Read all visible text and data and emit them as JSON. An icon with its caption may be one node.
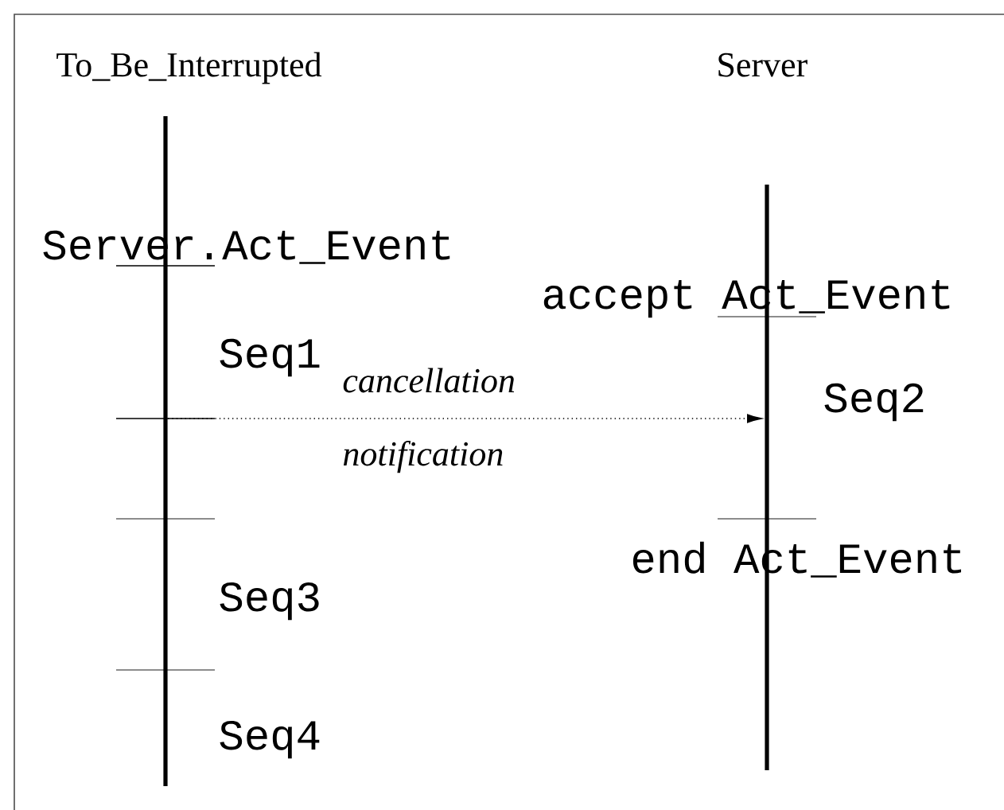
{
  "diagram": {
    "nodes": [
      {
        "text": [],
        "shape": "bar"
      },
      {
        "text": [],
        "shape": "bar"
      }
    ],
    "edges": [
      {
        "from": 0,
        "to": 1,
        "arrow": "to",
        "style": "dashed",
        "label": "cancellation notification"
      }
    ],
    "labels": [
      "To_Be_Interrupted",
      "Server",
      "Server.Act_Event",
      "accept Act_Event",
      "Seq1",
      "Seq2",
      "end Act_Event",
      "Seq3",
      "Seq4"
    ]
  }
}
